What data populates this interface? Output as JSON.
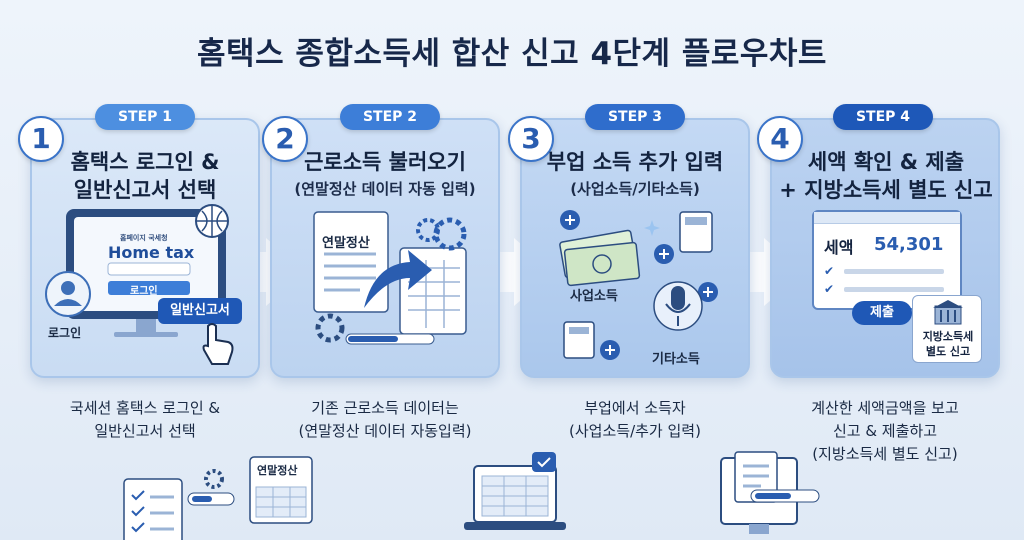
{
  "title": "홈택스 종합소득세 합산 신고 4단계 플로우차트",
  "steps": [
    {
      "pill": "STEP 1",
      "number": "1",
      "heading_line1": "홈택스 로그인 &",
      "heading_line2": "일반신고서 선택",
      "desc_line1": "국세션 홈택스 로그인 &",
      "desc_line2": "일반신고서 선택",
      "logo_small": "홈페이지 국세청",
      "logo_text": "Home tax",
      "login_button": "로그인",
      "login_label": "로그인",
      "report_button": "일반신고서"
    },
    {
      "pill": "STEP 2",
      "number": "2",
      "heading_line1": "근로소득 불러오기",
      "sub": "(연말정산 데이터 자동 입력)",
      "desc_line1": "기존 근로소득 데이터는",
      "desc_line2": "(연말정산 데이터 자동입력)",
      "doc_label": "연말정산"
    },
    {
      "pill": "STEP 3",
      "number": "3",
      "heading_line1": "부업 소득 추가 입력",
      "sub": "(사업소득/기타소득)",
      "desc_line1": "부업에서 소득자",
      "desc_line2": "(사업소득/추가 입력)",
      "business_label": "사업소득",
      "other_label": "기타소득"
    },
    {
      "pill": "STEP 4",
      "number": "4",
      "heading_line1": "세액 확인 & 제출",
      "heading_line2": "+ 지방소득세 별도 신고",
      "desc_line1": "계산한 세액금액을 보고",
      "desc_line2": "신고 & 제출하고",
      "desc_line3": "(지방소득세 별도 신고)",
      "tax_label": "세액",
      "tax_value": "54,301",
      "submit_button": "제출",
      "local_line1": "지방소득세",
      "local_line2": "별도 신고"
    }
  ],
  "bottom": {
    "doc_label": "연말정산"
  },
  "colors": {
    "accent": "#2f6dcc",
    "dark": "#17284a",
    "card_border": "#a9c6ea"
  }
}
